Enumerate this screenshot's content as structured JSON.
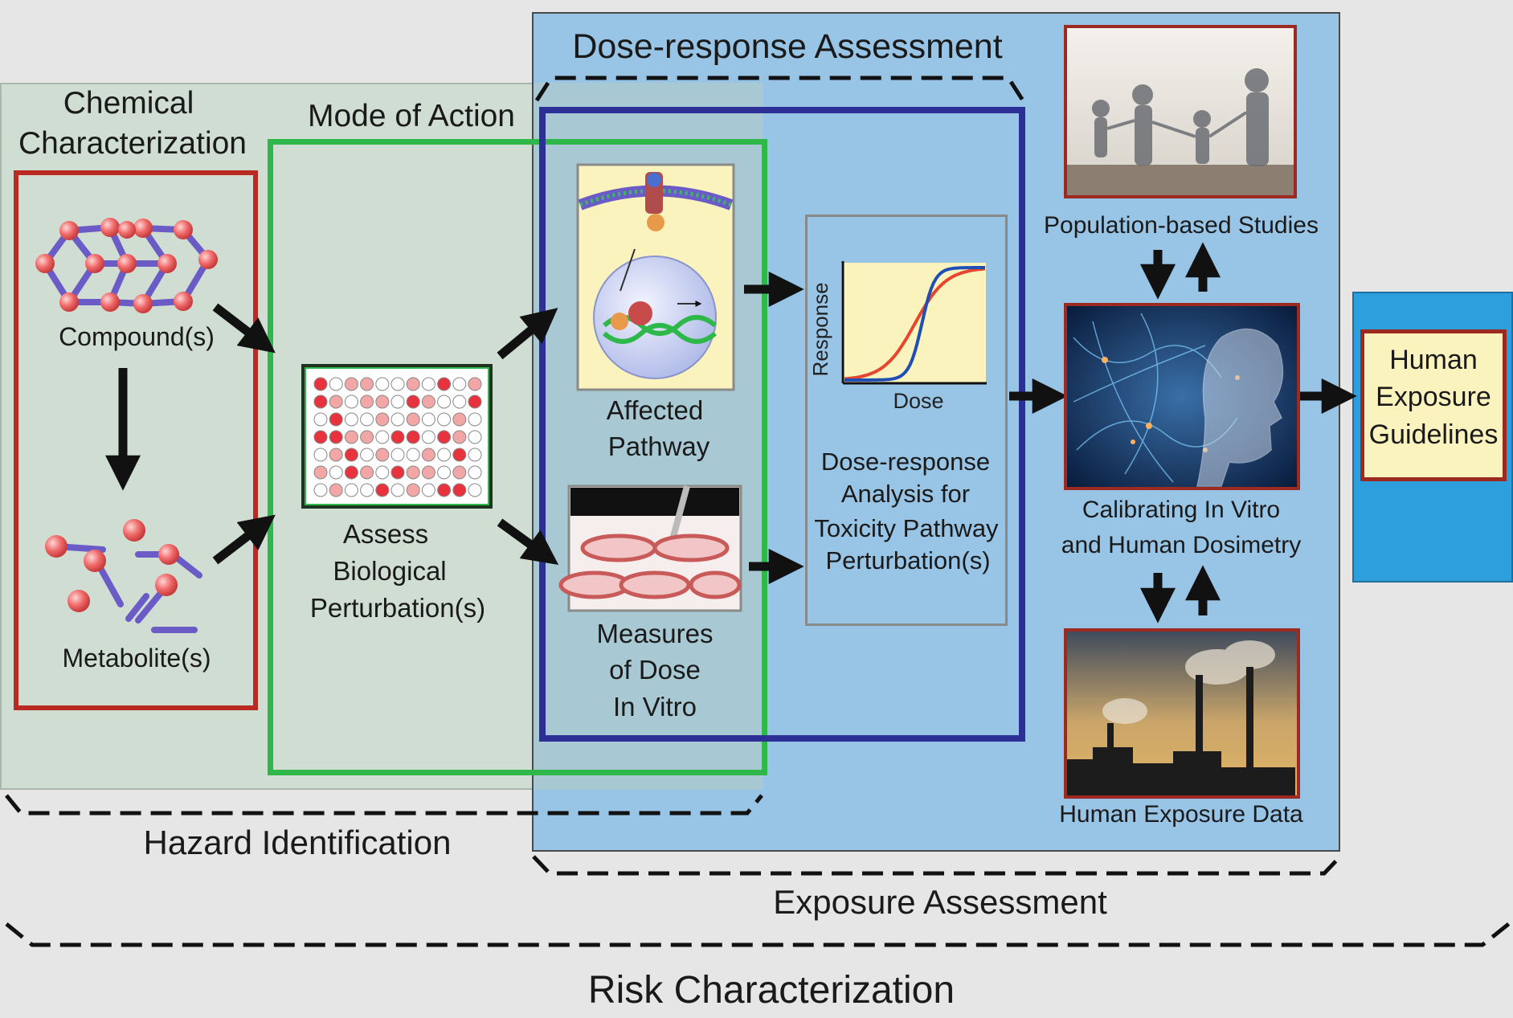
{
  "colors": {
    "background": "#e6e6e6",
    "hazard_panel": "#cfddd2",
    "exposure_panel": "#98c4e6",
    "guidelines_panel": "#2c9fdc",
    "chemical_box": "#bb2a22",
    "mode_box": "#2fb84a",
    "dose_box": "#2b2f96",
    "gray_box": "#8a8a8a",
    "note_fill": "#fbf3be",
    "sphere": "#f06a6a",
    "rod": "#6a5bc6"
  },
  "stage_labels": {
    "dose_response": "Dose-response Assessment",
    "hazard": "Hazard Identification",
    "exposure": "Exposure Assessment",
    "risk": "Risk Characterization"
  },
  "chemical": {
    "title_line1": "Chemical",
    "title_line2": "Characterization",
    "compound": "Compound(s)",
    "metabolite": "Metabolite(s)"
  },
  "mode": {
    "title": "Mode of Action",
    "assess_line1": "Assess",
    "assess_line2": "Biological",
    "assess_line3": "Perturbation(s)"
  },
  "dose": {
    "affected_line1": "Affected",
    "affected_line2": "Pathway",
    "measures_line1": "Measures",
    "measures_line2": "of Dose",
    "measures_line3": "In Vitro",
    "chart_ylabel": "Response",
    "chart_xlabel": "Dose",
    "analysis_line1": "Dose-response",
    "analysis_line2": "Analysis for",
    "analysis_line3": "Toxicity Pathway",
    "analysis_line4": "Perturbation(s)"
  },
  "exposure": {
    "population": "Population-based Studies",
    "calibrating_line1": "Calibrating In Vitro",
    "calibrating_line2": "and Human Dosimetry",
    "human_data": "Human Exposure Data"
  },
  "guidelines": {
    "line1": "Human",
    "line2": "Exposure",
    "line3": "Guidelines"
  },
  "icons": [
    "molecule-network-icon",
    "molecule-fragments-icon",
    "well-plate-icon",
    "cell-pathway-icon",
    "petri-dish-icon",
    "family-silhouette-icon",
    "neural-head-icon",
    "factory-smoke-icon"
  ]
}
